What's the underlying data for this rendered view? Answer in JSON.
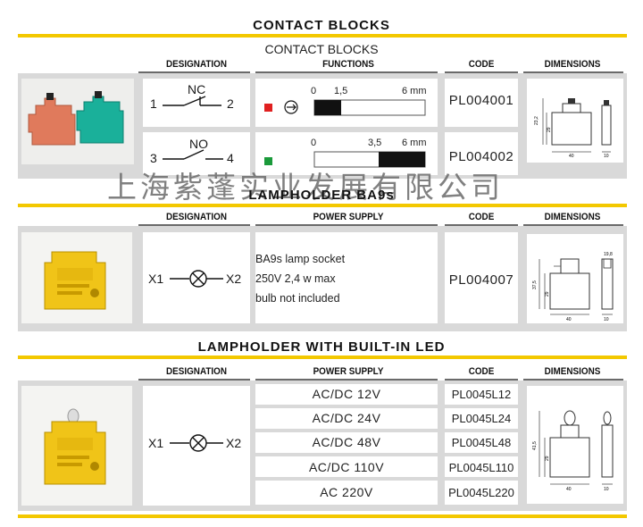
{
  "page_title": "CONTACT BLOCKS",
  "sections": [
    {
      "title": "",
      "subtitle": "CONTACT BLOCKS",
      "headers": {
        "designation": "DESIGNATION",
        "functions": "FUNCTIONS",
        "code": "CODE",
        "dimensions": "DIMENSIONS"
      },
      "rows": [
        {
          "label_left": "1",
          "label_right": "2",
          "label_top": "NC",
          "tick_start": "0",
          "tick_mid": "1,5",
          "tick_end": "6 mm",
          "code": "PL004001"
        },
        {
          "label_left": "3",
          "label_right": "4",
          "label_top": "NO",
          "tick_start": "0",
          "tick_mid": "3,5",
          "tick_end": "6 mm",
          "code": "PL004002"
        }
      ]
    },
    {
      "title": "LAMPHOLDER BA9s",
      "headers": {
        "designation": "DESIGNATION",
        "power": "POWER SUPPLY",
        "code": "CODE",
        "dimensions": "DIMENSIONS"
      },
      "symbol": {
        "left": "X1",
        "right": "X2"
      },
      "power_lines": [
        "BA9s lamp socket",
        "250V 2,4 w max",
        "bulb not included"
      ],
      "code": "PL004007"
    },
    {
      "title": "LAMPHOLDER WITH BUILT-IN LED",
      "headers": {
        "designation": "DESIGNATION",
        "power": "POWER SUPPLY",
        "code": "CODE",
        "dimensions": "DIMENSIONS"
      },
      "symbol": {
        "left": "X1",
        "right": "X2"
      },
      "rows": [
        {
          "power": "AC/DC 12V",
          "code": "PL0045L12"
        },
        {
          "power": "AC/DC 24V",
          "code": "PL0045L24"
        },
        {
          "power": "AC/DC 48V",
          "code": "PL0045L48"
        },
        {
          "power": "AC/DC 110V",
          "code": "PL0045L110"
        },
        {
          "power": "AC 220V",
          "code": "PL0045L220"
        }
      ]
    }
  ],
  "dimension_labels": {
    "s1": [
      "23,2",
      "29",
      "40",
      "10"
    ],
    "s2": [
      "19,8",
      "37,5",
      "29",
      "40",
      "10"
    ],
    "s3": [
      "41,5",
      "29",
      "40",
      "10"
    ]
  },
  "watermark": "上海紫蓬实业发展有限公司",
  "colors": {
    "accent": "#f3c800",
    "nc_square": "#e02020",
    "no_square": "#1a9a3a"
  }
}
